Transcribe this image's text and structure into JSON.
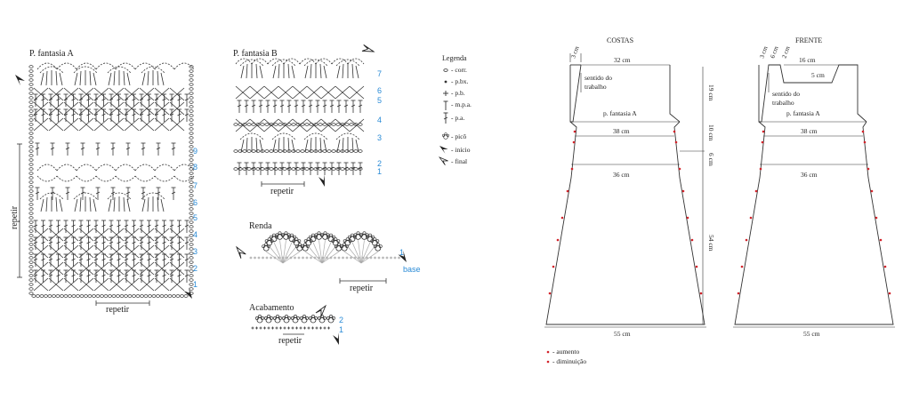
{
  "chart_a": {
    "title": "P. fantasia A",
    "rows": [
      "1",
      "2",
      "3",
      "4",
      "5",
      "6",
      "7",
      "8",
      "9"
    ],
    "repeat_h": "repetir",
    "repeat_v": "repetir"
  },
  "chart_b": {
    "title": "P. fantasia B",
    "rows": [
      "1",
      "2",
      "3",
      "4",
      "5",
      "6",
      "7"
    ],
    "repeat": "repetir"
  },
  "renda": {
    "title": "Renda",
    "row": "1",
    "base": "base",
    "repeat": "repetir"
  },
  "acabamento": {
    "title": "Acabamento",
    "rows": [
      "1",
      "2"
    ],
    "repeat": "repetir"
  },
  "legend": {
    "title": "Legenda",
    "items": [
      {
        "icon": "chain-icon",
        "label": "- corr."
      },
      {
        "icon": "slip-stitch-icon",
        "label": "- p.bx."
      },
      {
        "icon": "single-crochet-icon",
        "label": "- p.b."
      },
      {
        "icon": "half-double-crochet-icon",
        "label": "- m.p.a."
      },
      {
        "icon": "double-crochet-icon",
        "label": "- p.a."
      },
      {
        "icon": "picot-icon",
        "label": "- picô"
      },
      {
        "icon": "start-arrow-icon",
        "label": "- início"
      },
      {
        "icon": "end-arrow-icon",
        "label": "- final"
      }
    ]
  },
  "costas": {
    "title": "COSTAS",
    "dims": {
      "shoulder": "3 cm",
      "neck": "32 cm",
      "armhole_height": "19 cm",
      "chest": "38 cm",
      "waist_gap": "10 cm",
      "waist_band": "6 cm",
      "waist": "36 cm",
      "skirt_length": "54 cm",
      "hem": "55 cm"
    },
    "note": [
      "sentido do",
      "trabalho"
    ],
    "pattern": "p. fantasia A"
  },
  "frente": {
    "title": "FRENTE",
    "dims": {
      "shoulder": "3 cm",
      "neck_side": "6 cm",
      "neck_step": "2 cm",
      "neck_center": "16 cm",
      "neck_depth": "5 cm",
      "chest": "38 cm",
      "waist": "36 cm",
      "hem": "55 cm"
    },
    "note": [
      "sentido do",
      "trabalho"
    ],
    "pattern": "p. fantasia A"
  },
  "markers": [
    {
      "icon": "increase-dot-icon",
      "label": "- aumento",
      "color": "#d2232a"
    },
    {
      "icon": "decrease-dot-icon",
      "label": "- diminuição",
      "color": "#d2232a"
    }
  ],
  "colors": {
    "accent": "#2a8bd6",
    "marker": "#d2232a"
  }
}
